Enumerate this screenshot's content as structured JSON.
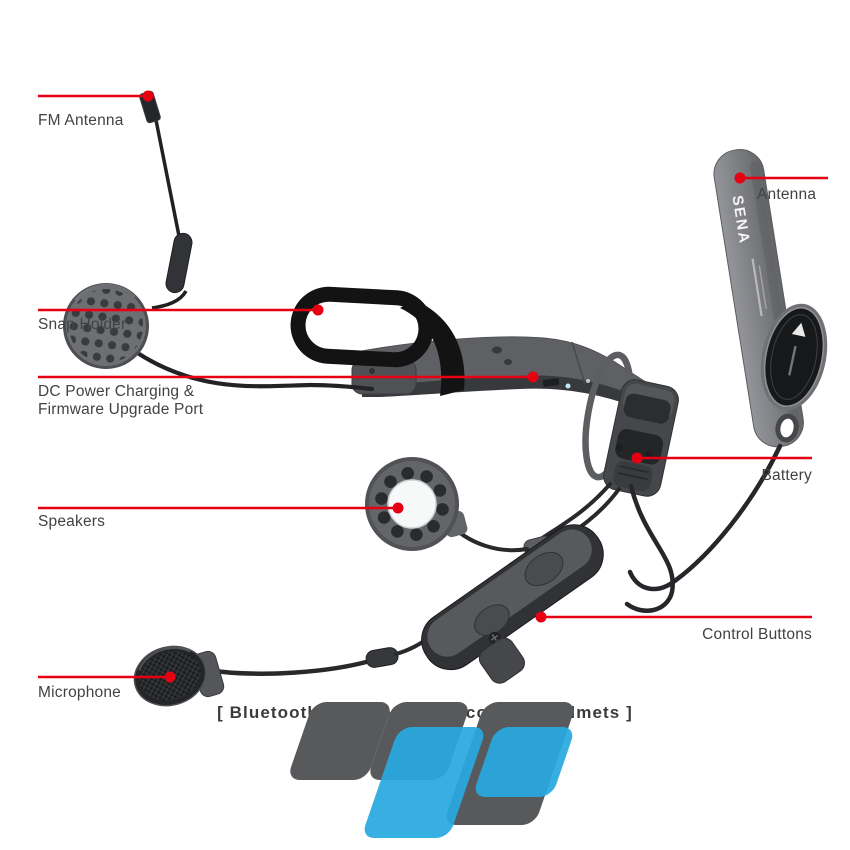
{
  "brand": {
    "antenna_logo": "SENA"
  },
  "tagline": {
    "text": "[ Bluetooth Headset & Intercom For Helmets ]"
  },
  "labels": {
    "fm_antenna": "FM Antenna",
    "snap_holder": "Snap Holder",
    "dc_power_line1": "DC Power Charging &",
    "dc_power_line2": "Firmware Upgrade Port",
    "speakers": "Speakers",
    "microphone": "Microphone",
    "antenna": "Antenna",
    "battery": "Battery",
    "control_buttons": "Control Buttons"
  },
  "colors": {
    "leader_line": "#e60012",
    "watermark_gray": "#58595b",
    "watermark_blue": "#29a9e1",
    "device_dark": "#2c2d30",
    "device_gray": "#5f6064"
  }
}
